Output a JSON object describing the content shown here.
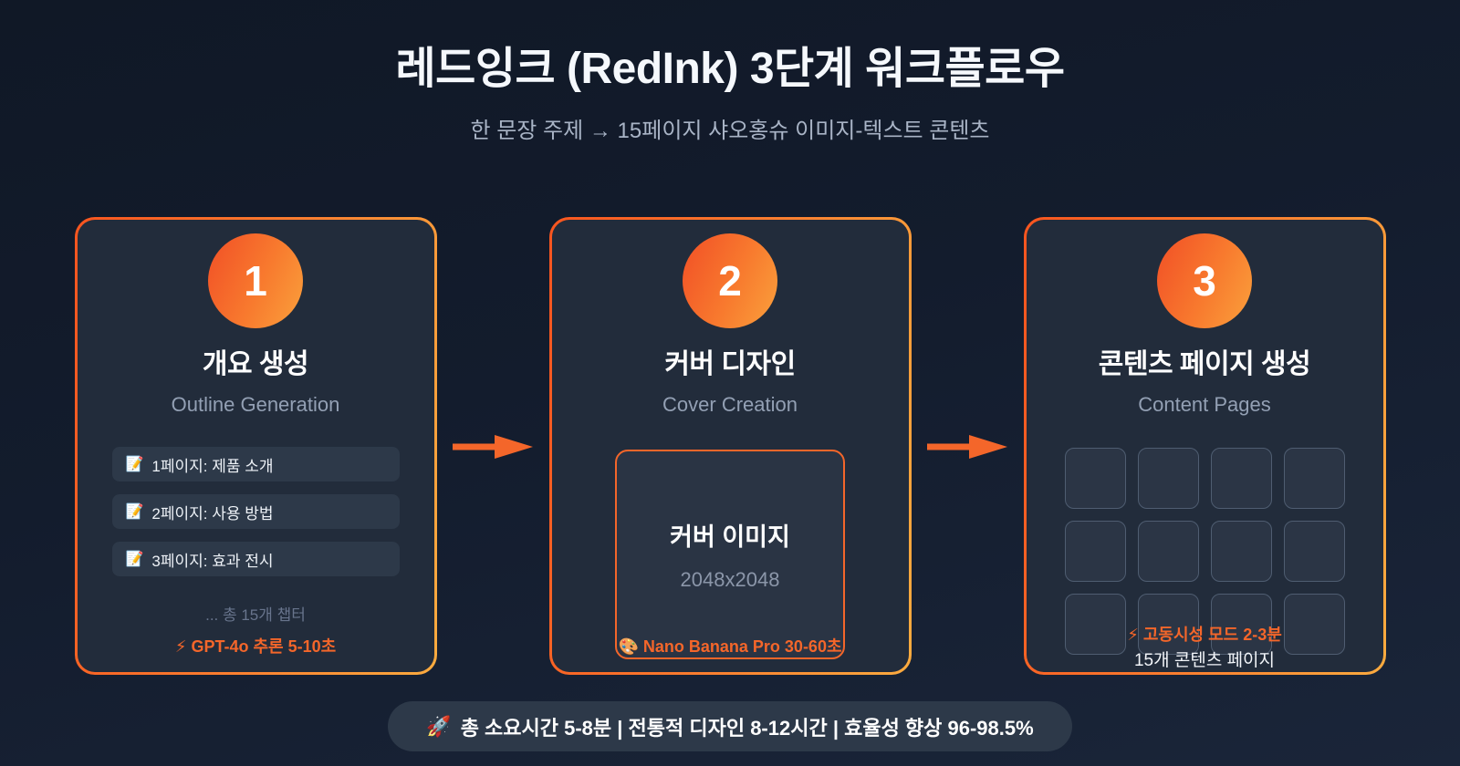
{
  "header": {
    "title": "레드잉크 (RedInk) 3단계 워크플로우",
    "subtitle": "한 문장 주제 → 15페이지 샤오홍슈 이미지-텍스트 콘텐츠"
  },
  "steps": [
    {
      "number": "1",
      "title": "개요 생성",
      "subtitle": "Outline Generation",
      "items": [
        {
          "icon": "📝",
          "label": "1페이지: 제품 소개"
        },
        {
          "icon": "📝",
          "label": "2페이지: 사용 방법"
        },
        {
          "icon": "📝",
          "label": "3페이지: 효과 전시"
        }
      ],
      "more": "... 총 15개 챕터",
      "footer": {
        "icon": "⚡",
        "label": "GPT-4o 추론 5-10초"
      }
    },
    {
      "number": "2",
      "title": "커버 디자인",
      "subtitle": "Cover Creation",
      "cover": {
        "label": "커버 이미지",
        "size": "2048x2048"
      },
      "footer": {
        "icon": "🎨",
        "label": "Nano Banana Pro 30-60초"
      }
    },
    {
      "number": "3",
      "title": "콘텐츠 페이지 생성",
      "subtitle": "Content Pages",
      "grid_count": 12,
      "footer": {
        "icon": "⚡",
        "label": "고동시성 모드 2-3분"
      },
      "footer2": "15개 콘텐츠 페이지"
    }
  ],
  "summary": {
    "icon": "🚀",
    "label": "총 소요시간 5-8분 | 전통적 디자인 8-12시간 | 효율성 향상 96-98.5%"
  },
  "colors": {
    "page_bg": "#131c2d",
    "card_bg": "#222c3b",
    "accent_gradient_start": "#f8551f",
    "accent_gradient_end": "#fbab3f",
    "accent_text": "#f4662a",
    "muted_text": "#93a0b4"
  }
}
